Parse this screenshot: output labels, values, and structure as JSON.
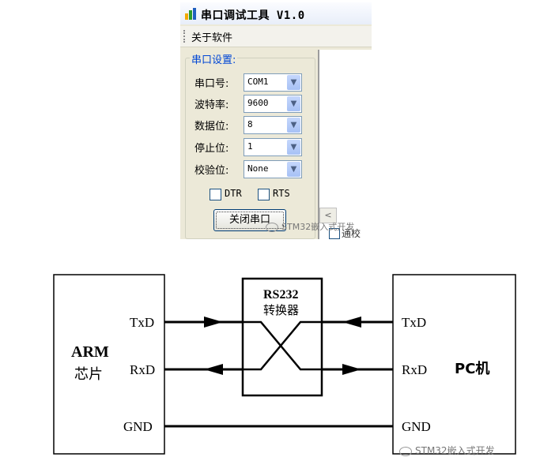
{
  "window": {
    "title": "串口调试工具 V1.0",
    "menu": [
      "关于软件"
    ],
    "group_title": "串口设置:",
    "fields": [
      {
        "label": "串口号:",
        "value": "COM1"
      },
      {
        "label": "波特率:",
        "value": "9600"
      },
      {
        "label": "数据位:",
        "value": "8"
      },
      {
        "label": "停止位:",
        "value": "1"
      },
      {
        "label": "校验位:",
        "value": "None"
      }
    ],
    "checkboxes": [
      {
        "label": "DTR",
        "checked": false
      },
      {
        "label": "RTS",
        "checked": false
      }
    ],
    "close_port_button": "关闭串口",
    "right_pane_scroll_arrow": "<",
    "right_pane_cut_label": "通校"
  },
  "diagram": {
    "left_box": {
      "line1": "ARM",
      "line2": "芯片"
    },
    "converter": {
      "line1": "RS232",
      "line2": "转换器"
    },
    "right_box": {
      "title": "PC机"
    },
    "signals": {
      "txd": "TxD",
      "rxd": "RxD",
      "gnd": "GND"
    }
  },
  "watermark": "STM32嵌入式开发"
}
